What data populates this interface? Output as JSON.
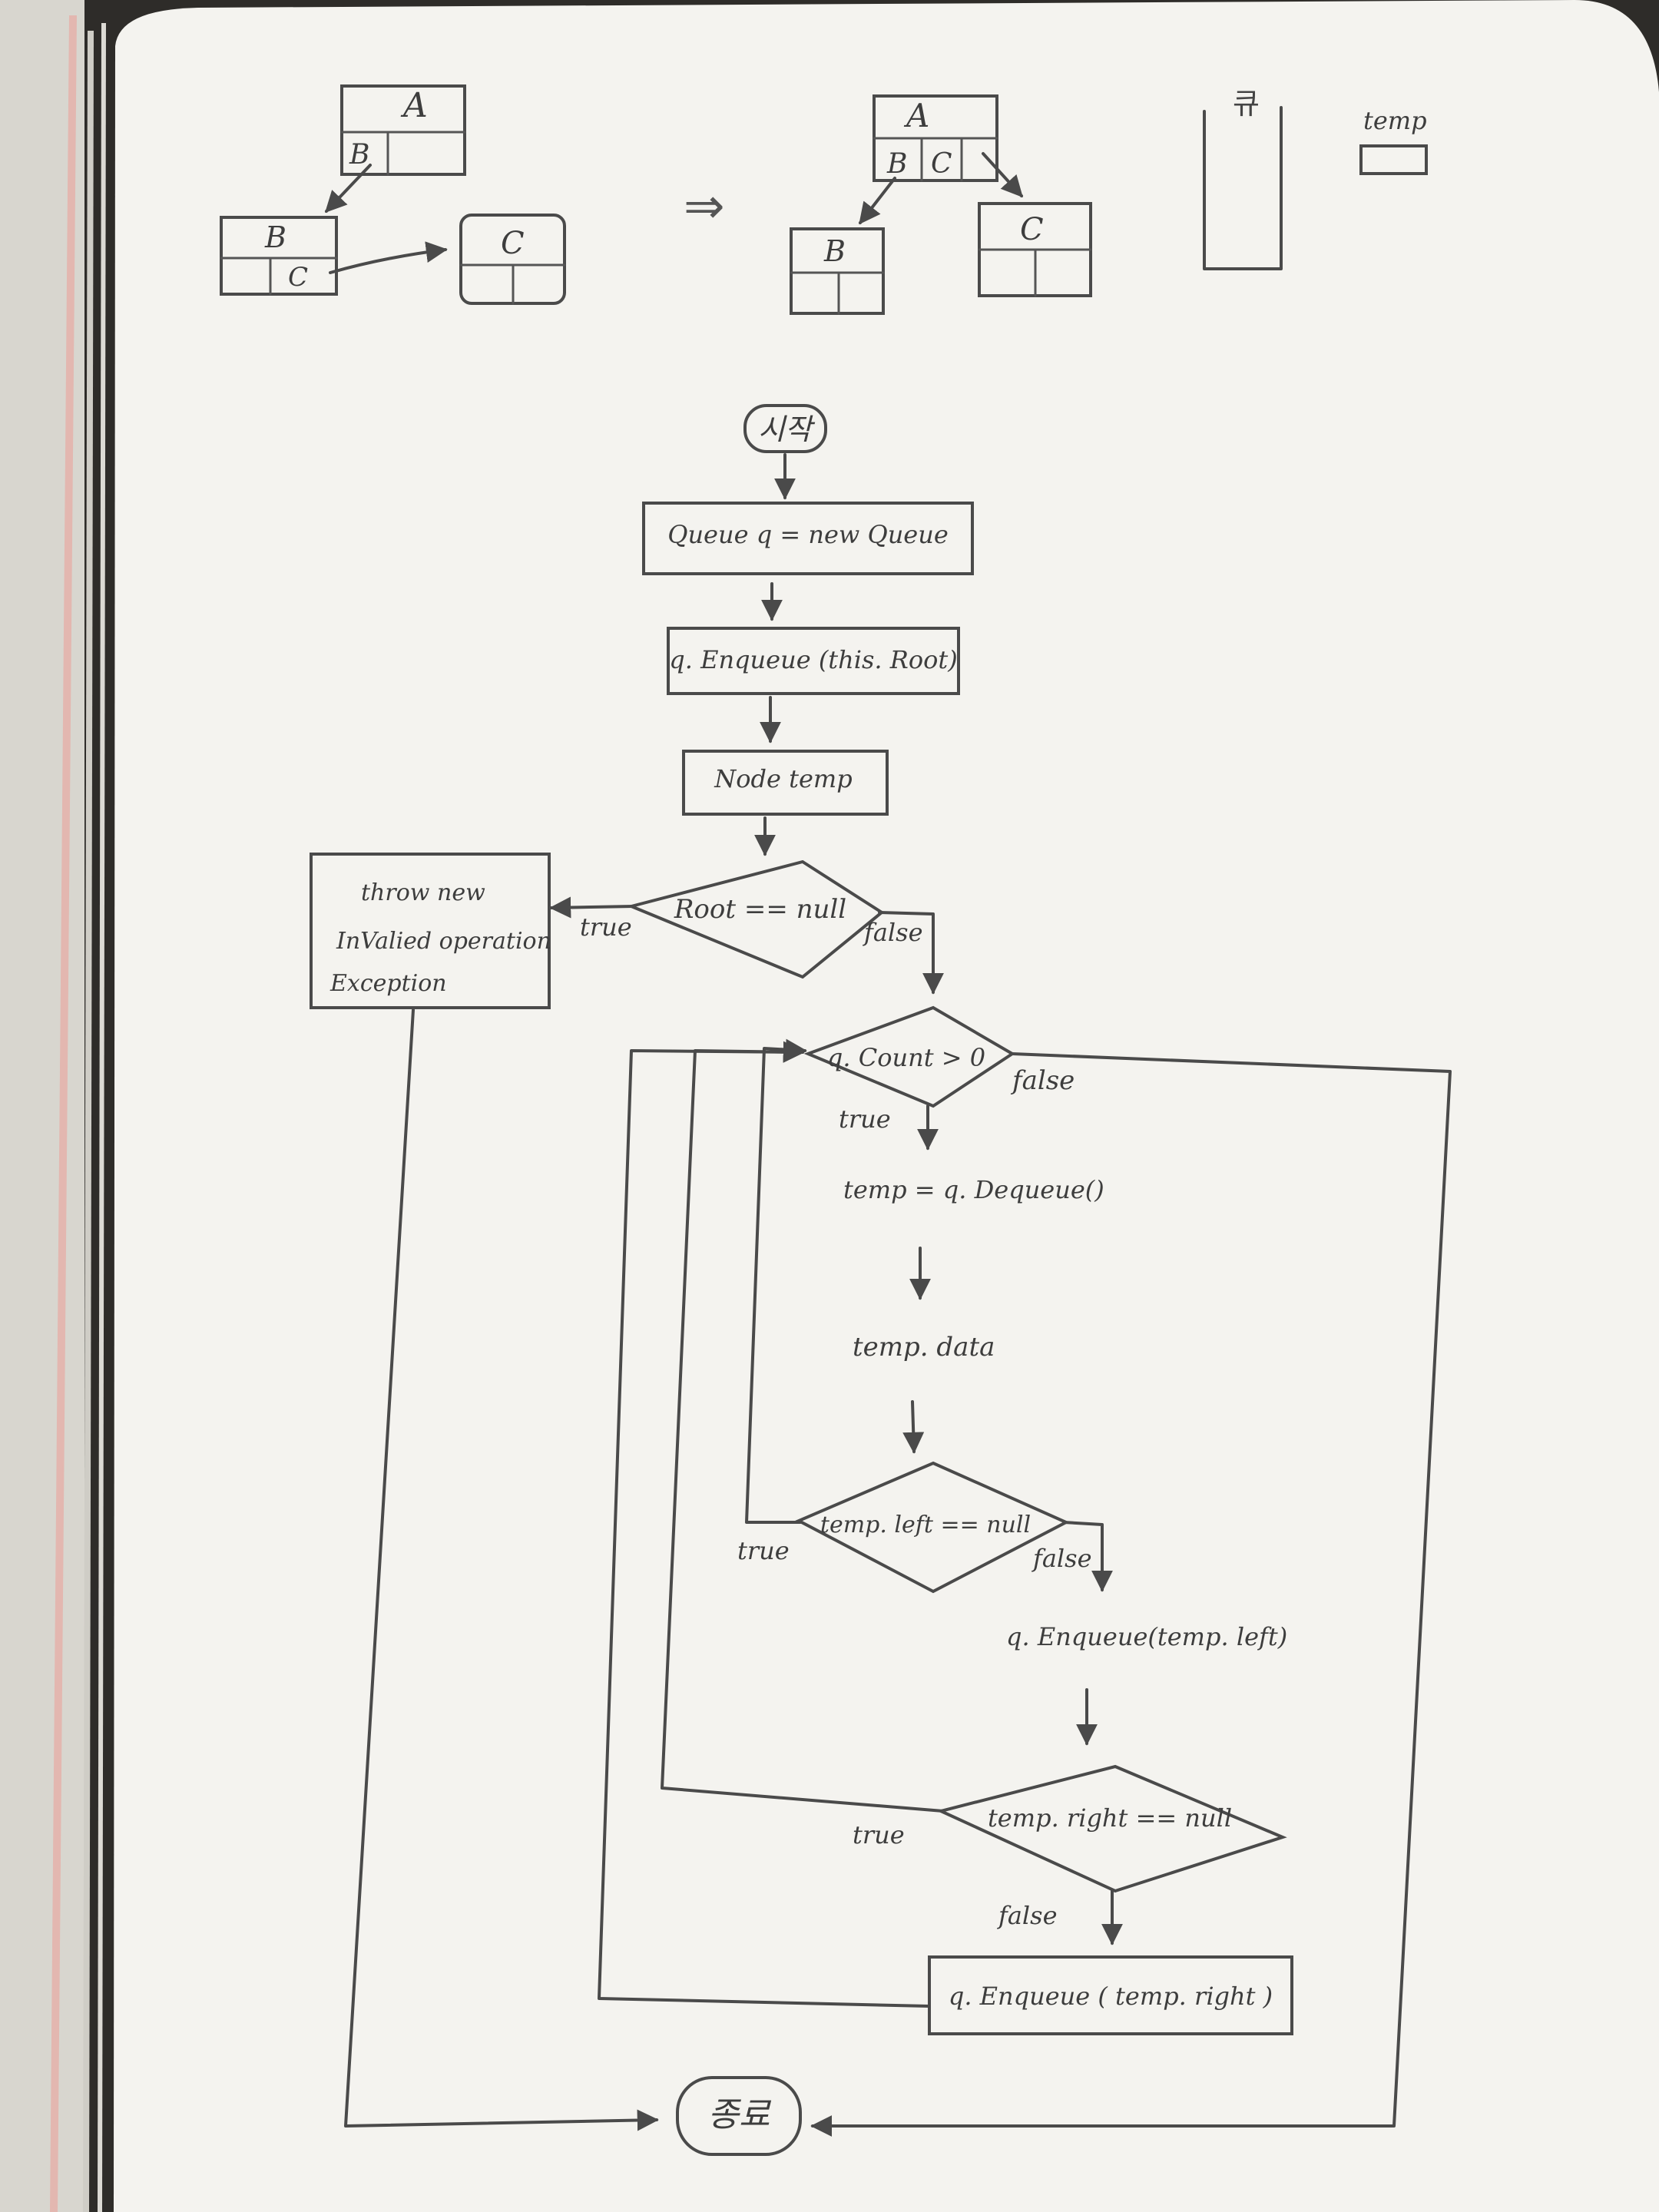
{
  "diagram": {
    "top": {
      "before": {
        "node_a": "A",
        "node_b": "B",
        "node_c": "C",
        "field_b": "B",
        "field_c": "C"
      },
      "arrow": "⇒",
      "after": {
        "node_a": "A",
        "node_b": "B",
        "node_c": "C",
        "field_b": "B",
        "field_c": "C"
      },
      "queue_label": "큐",
      "temp_label": "temp"
    },
    "flow": {
      "start": "시작",
      "queue_new": "Queue q = new Queue",
      "enqueue_root": "q. Enqueue (this. Root)",
      "node_temp": "Node temp",
      "root_null": "Root == null",
      "exception_lines": [
        "throw new",
        "InValied operation",
        "Exception"
      ],
      "count_check": "q. Count > 0",
      "dequeue": "temp = q. Dequeue()",
      "temp_data": "temp. data",
      "left_null": "temp. left == null",
      "enqueue_left": "q. Enqueue(temp. left)",
      "right_null": "temp. right == null",
      "enqueue_right": "q. Enqueue ( temp. right )",
      "end": "종료",
      "labels": {
        "root_true": "true",
        "root_false": "false",
        "count_true": "true",
        "count_false": "false",
        "left_true": "true",
        "left_false": "false",
        "right_true": "true",
        "right_false": "false"
      }
    }
  }
}
